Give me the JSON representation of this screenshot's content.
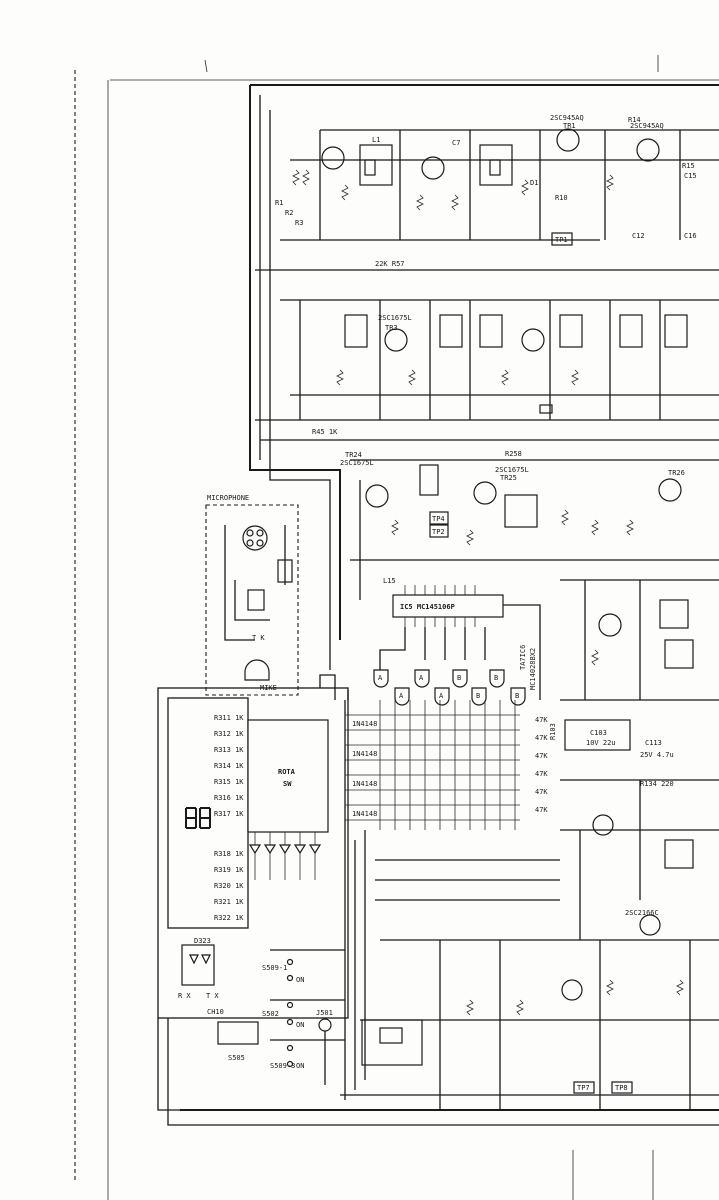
{
  "labels": {
    "microphone": "MICROPHONE",
    "mike": "MIKE",
    "rotary_switch": "ROTA",
    "rotary_switch_sub": "SW",
    "ic5": "IC5  MC145106P",
    "ic6": "TA7IC6",
    "ic6_sub": "MC14028BX2",
    "tr1": "2SC945AQ",
    "tr1_name": "TR1",
    "tr3": "2SC1675L",
    "tr3_name": "TR3",
    "tr25": "2SC1675L",
    "tr25_name": "TR25",
    "tr24": "2SC1675L",
    "tr24_name": "TR24",
    "tr2": "2SC945AQ",
    "tr_bottom": "2SC2166C",
    "c103": "C103",
    "c103_val": "10V 22u",
    "tp1": "TP1",
    "tp2": "TP2",
    "tp4": "TP4",
    "tp7": "TP7",
    "tp8": "TP8",
    "s505": "S505",
    "s509_1": "S509-1",
    "s509_3": "S509-3",
    "s502": "S502",
    "j501": "J501",
    "d323": "D323",
    "ch10": "CH10",
    "r103": "R103",
    "r134": "R134 220",
    "l15": "L15",
    "on1": "ON",
    "on2": "ON",
    "on3": "ON",
    "tk": "T K",
    "rx": "R X",
    "tx": "T X",
    "c113": "C113",
    "c113_val": "25V 4.7u",
    "r311": "R311  1K",
    "r312": "R312  1K",
    "r313": "R313  1K",
    "r314": "R314  1K",
    "r315": "R315  1K",
    "r316": "R316  1K",
    "r317": "R317  1K",
    "r318": "R318  1K",
    "r319": "R319  1K",
    "r320": "R320  1K",
    "r321": "R321  1K",
    "r322": "R322  1K",
    "gate_a": "A",
    "gate_b": "B",
    "in4148": "1N4148",
    "k47": "47K",
    "r1": "R1",
    "r2": "R2",
    "r3": "R3",
    "l1": "L1",
    "c7": "C7",
    "d1": "D1",
    "r10": "R10",
    "c12": "C12",
    "r14": "R14",
    "r15": "R15",
    "c15": "C15",
    "c16": "C16",
    "r57": "22K  R57",
    "r45": "R45 1K",
    "r258": "R258",
    "tr_n": "TR26"
  }
}
